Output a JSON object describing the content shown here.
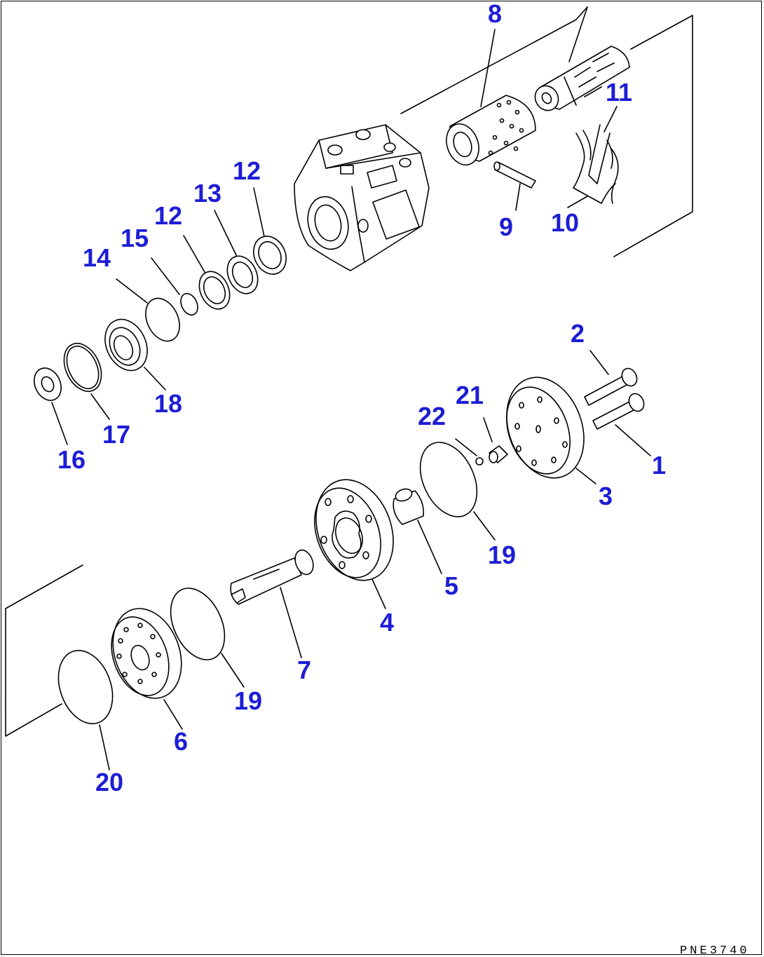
{
  "diagram": {
    "type": "exploded-parts-view",
    "drawing_code": "PNE3740",
    "callouts": [
      "8",
      "11",
      "12",
      "13",
      "12",
      "15",
      "14",
      "9",
      "10",
      "2",
      "21",
      "22",
      "18",
      "17",
      "16",
      "1",
      "3",
      "19",
      "5",
      "4",
      "7",
      "19",
      "6",
      "20"
    ]
  },
  "colors": {
    "callout": "#1d1dd6",
    "line": "#000000",
    "background": "#ffffff"
  }
}
